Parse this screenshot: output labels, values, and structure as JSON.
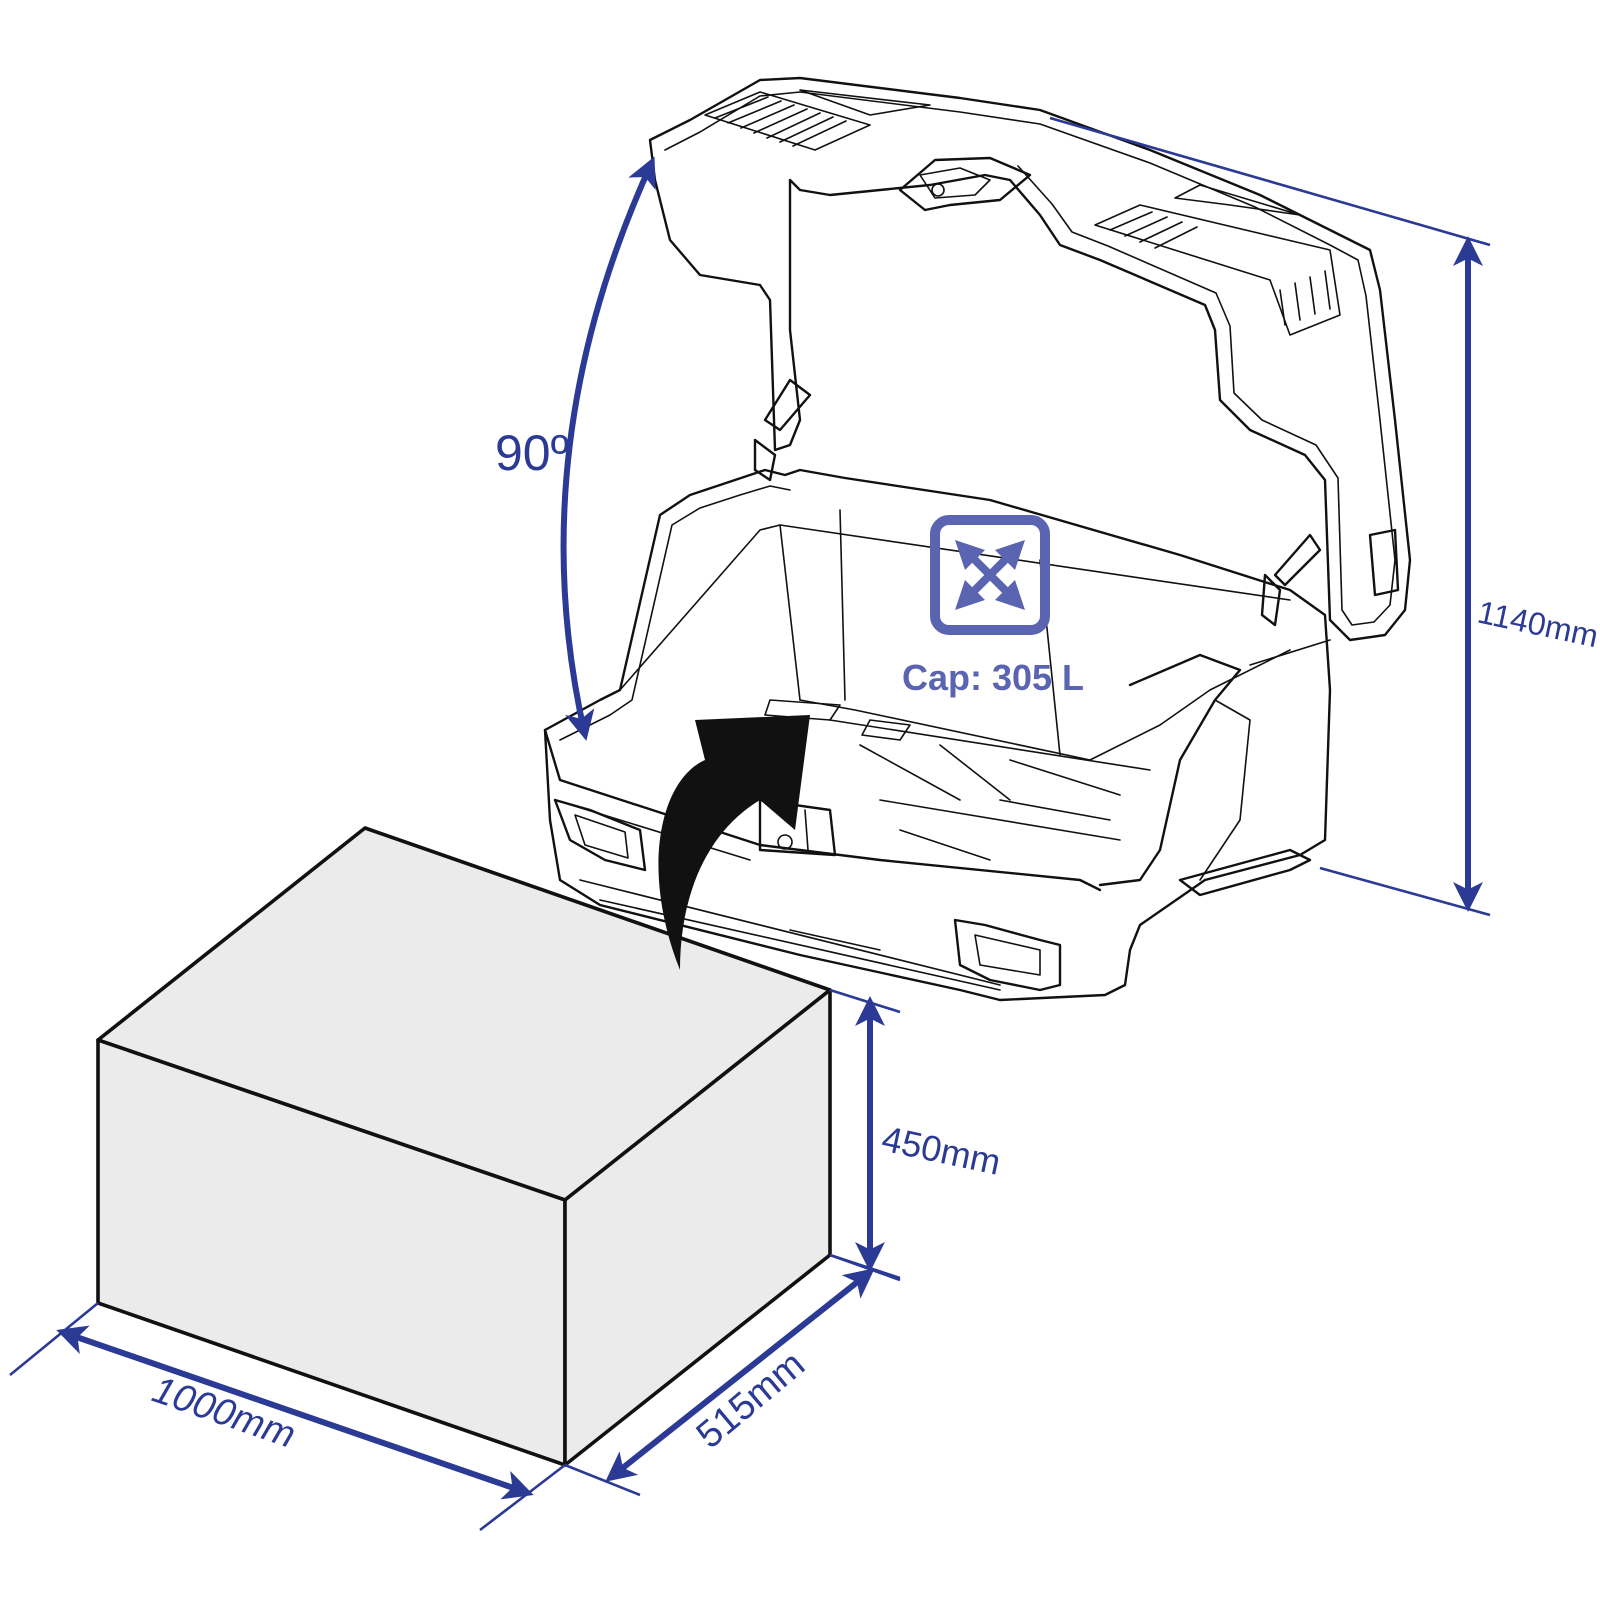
{
  "colors": {
    "dimension": "#2b3a94",
    "capacity_badge": "#5a64b0",
    "box_fill": "#ebebeb",
    "outline": "#111111",
    "arrow": "#111111"
  },
  "labels": {
    "angle": "90º",
    "height_total": "1140mm",
    "height_box": "450mm",
    "length": "1000mm",
    "depth": "515mm",
    "capacity": "Cap: 305 L"
  },
  "icons": {
    "capacity": "expand-arrows-icon",
    "load": "curved-arrow-icon"
  }
}
